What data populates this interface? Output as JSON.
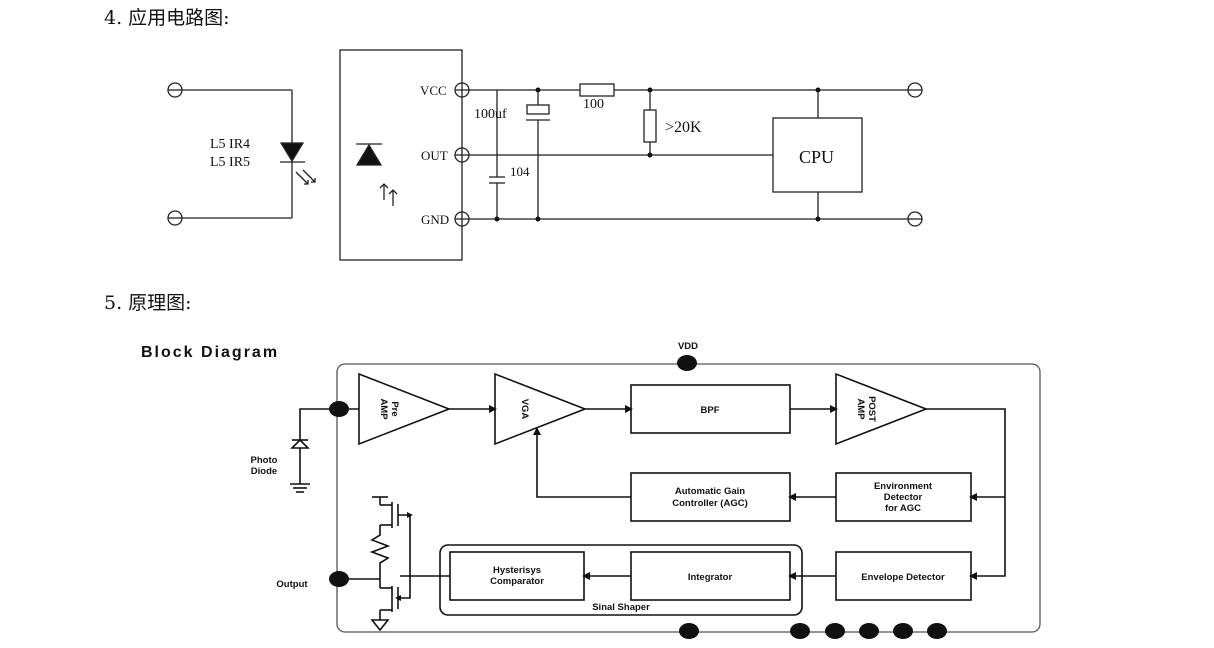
{
  "section4": {
    "heading": "4. 应用电路图:"
  },
  "section5": {
    "heading": "5. 原理图:"
  },
  "app_circuit": {
    "diode_labels": [
      "L5  IR4",
      "L5  IR5"
    ],
    "pin_vcc": "VCC",
    "pin_out": "OUT",
    "pin_gnd": "GND",
    "cap_100uf": "100uf",
    "cap_104": "104",
    "res_100": "100",
    "res_20k": ">20K",
    "cpu": "CPU"
  },
  "block_diagram": {
    "title": "Block Diagram",
    "vdd": "VDD",
    "pre_amp": [
      "Pre",
      "AMP"
    ],
    "vga": "VGA",
    "bpf": "BPF",
    "post_amp": [
      "POST",
      "AMP"
    ],
    "agc": [
      "Automatic Gain",
      "Controller (AGC)"
    ],
    "env_detector_agc": [
      "Environment",
      "Detector",
      "for AGC"
    ],
    "envelope_detector": "Envelope Detector",
    "integrator": "Integrator",
    "hysteresis": [
      "Hysterisys",
      "Comparator"
    ],
    "signal_shaper": "Sinal Shaper",
    "photo_diode": [
      "Photo",
      "Diode"
    ],
    "output": "Output"
  }
}
